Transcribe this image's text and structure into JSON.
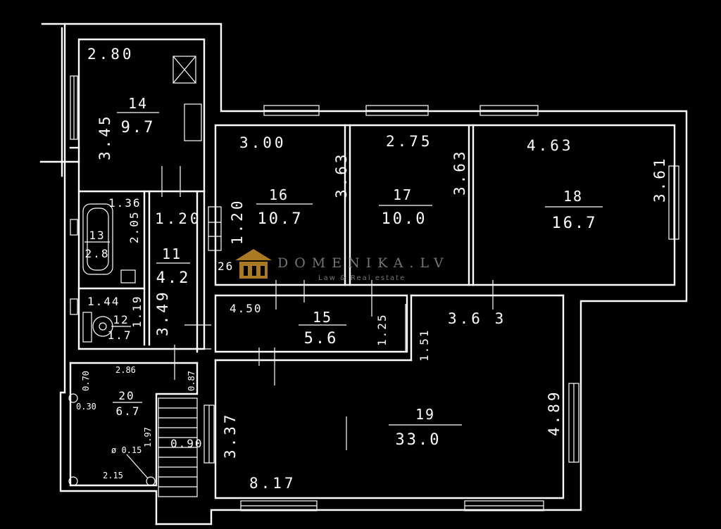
{
  "watermark": {
    "name": "DOMENIKA.LV",
    "tagline": "Law & Real estate",
    "color": "#c8902a"
  },
  "rooms": [
    {
      "id": "14",
      "no": "14",
      "area": "9.7"
    },
    {
      "id": "16",
      "no": "16",
      "area": "10.7"
    },
    {
      "id": "17",
      "no": "17",
      "area": "10.0"
    },
    {
      "id": "18",
      "no": "18",
      "area": "16.7"
    },
    {
      "id": "13",
      "no": "13",
      "area": "2.8"
    },
    {
      "id": "11",
      "no": "11",
      "area": "4.2"
    },
    {
      "id": "12",
      "no": "12",
      "area": "1.7"
    },
    {
      "id": "15",
      "no": "15",
      "area": "5.6"
    },
    {
      "id": "20",
      "no": "20",
      "area": "6.7"
    },
    {
      "id": "19",
      "no": "19",
      "area": "33.0"
    }
  ],
  "dimensions": {
    "d_280": "2.80",
    "d_345": "3.45",
    "d_300": "3.00",
    "d_363a": "3.63",
    "d_275": "2.75",
    "d_363b": "3.63",
    "d_463": "4.63",
    "d_361": "3.61",
    "d_136": "1.36",
    "d_205": "2.05",
    "d_120a": "1.20",
    "d_120b": "1.20",
    "d_26": "26",
    "d_144": "1.44",
    "d_119": "1.19",
    "d_349": "3.49",
    "d_450": "4.50",
    "d_125": "1.25",
    "d_151": "1.51",
    "d_363c": "3.6 3",
    "d_286": "2.86",
    "d_070": "0.70",
    "d_030": "0.30",
    "d_087": "0.87",
    "d_197": "1.97",
    "d_015": "ø 0.15",
    "d_090": "0.90",
    "d_215": "2.15",
    "d_337": "3.37",
    "d_489": "4.89",
    "d_817": "8.17"
  }
}
